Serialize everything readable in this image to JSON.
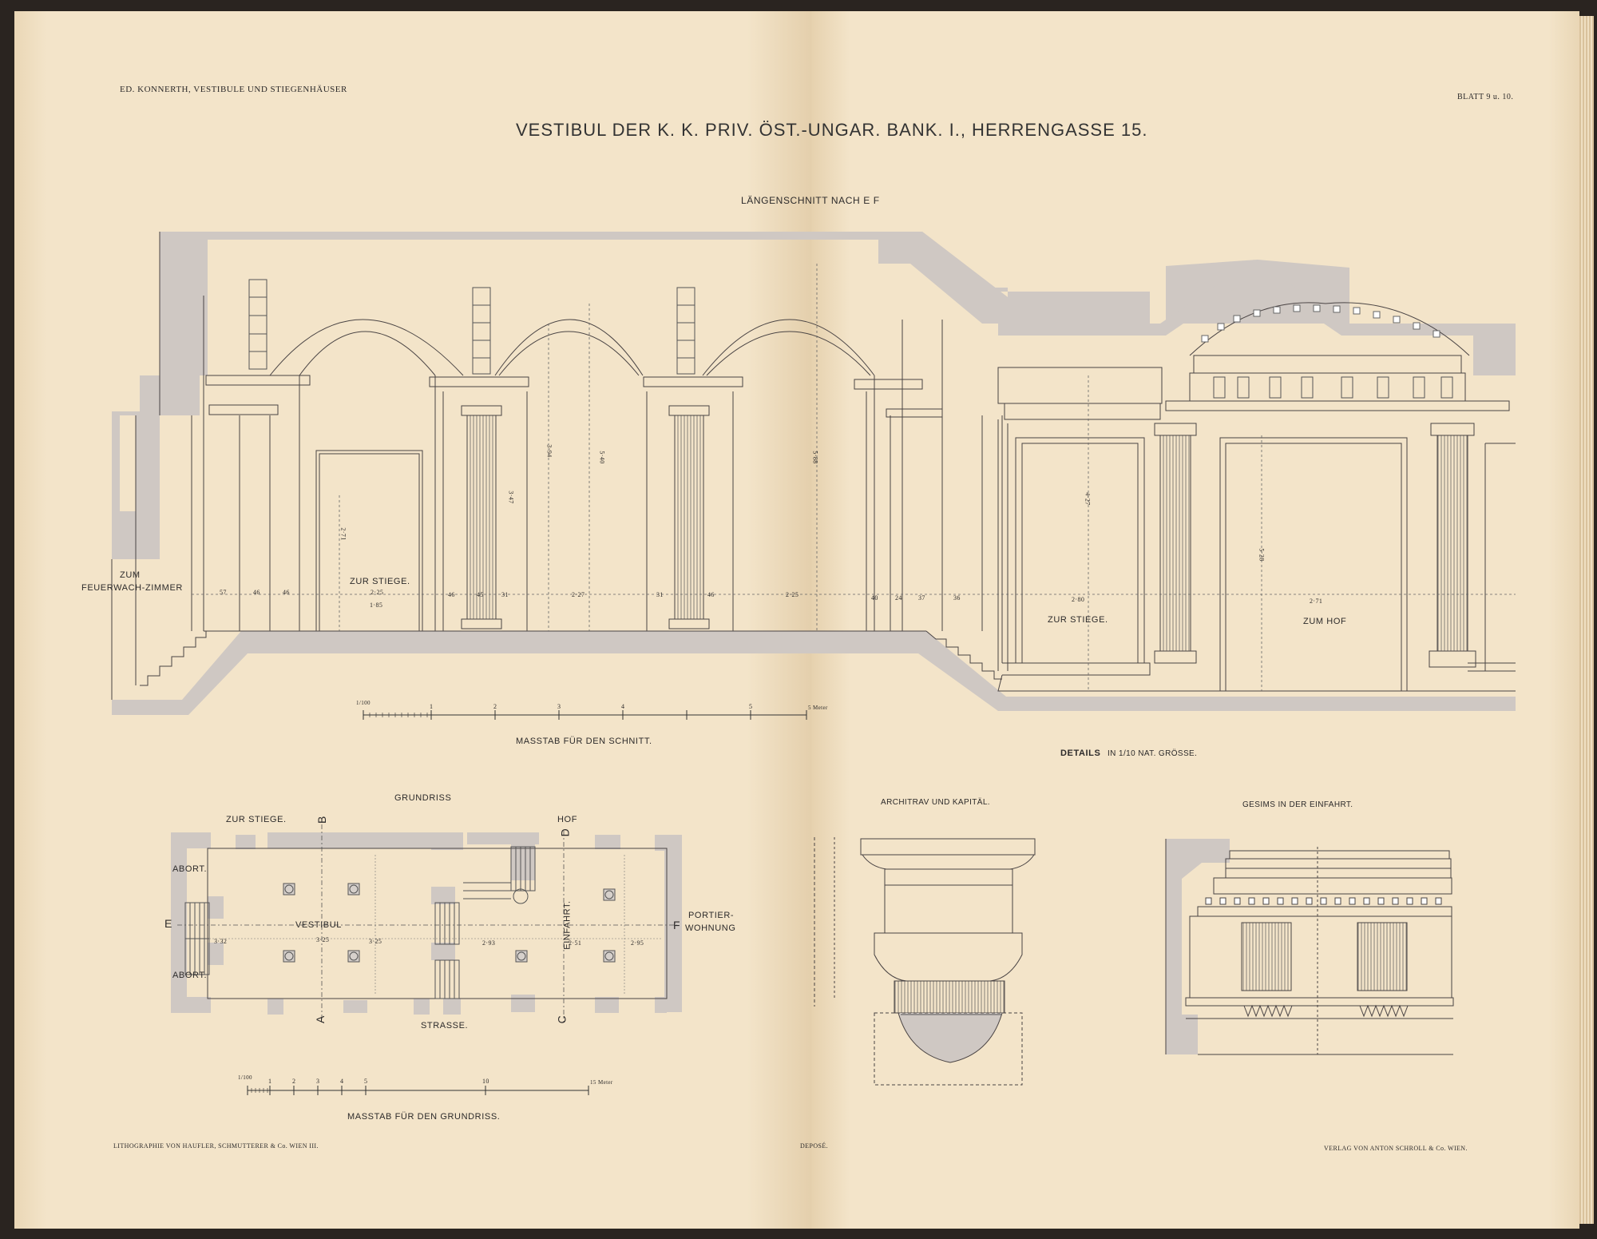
{
  "header": {
    "left": "ED. KONNERTH, VESTIBULE UND STIEGENHÄUSER",
    "right": "BLATT 9 u. 10.",
    "title": "VESTIBUL DER K. K. PRIV. ÖST.-UNGAR. BANK. I., HERRENGASSE 15."
  },
  "section": {
    "title": "LÄNGENSCHNITT NACH E F",
    "labels": {
      "feuerwach_1": "ZUM",
      "feuerwach_2": "FEUERWACH-ZIMMER",
      "zur_stiege_left": "ZUR STIEGE.",
      "zur_stiege_right": "ZUR STIEGE.",
      "zum_hof": "ZUM HOF"
    },
    "dims": {
      "d1": "57",
      "d2": "46",
      "d3": "46",
      "d4": "2·25",
      "d5": "1·85",
      "d6": "46",
      "d7": "45",
      "d8": "31",
      "d9": "2·27",
      "d10": "31",
      "d11": "46",
      "d12": "2·25",
      "d13": "40",
      "d14": "24",
      "d15": "37",
      "d16": "36",
      "d17": "2·80",
      "d18": "2·71",
      "v1": "2·71",
      "v2": "3·47",
      "v3": "3·94",
      "v4": "5·40",
      "v5": "5·88",
      "v6": "4·27",
      "v7": "5·28"
    },
    "scale_caption": "MASSTAB FÜR DEN SCHNITT.",
    "scale_unit": "5 Meter",
    "scale_ticks": [
      "1",
      "2",
      "3",
      "4",
      "5"
    ],
    "scale_start": "1/100"
  },
  "details": {
    "caption_bold": "DETAILS",
    "caption_rest": "IN 1/10 NAT. GRÖSSE.",
    "architrav_title": "ARCHITRAV UND KAPITÄL.",
    "gesims_title": "GESIMS IN DER EINFAHRT."
  },
  "plan": {
    "title": "GRUNDRISS",
    "labels": {
      "zur_stiege": "ZUR STIEGE.",
      "b": "B",
      "hof": "HOF",
      "d": "D",
      "abort_top": "ABORT.",
      "abort_bottom": "ABORT.",
      "e": "E",
      "vestibul": "VESTIBUL",
      "einfahrt": "EINFAHRT.",
      "f": "F",
      "portier_1": "PORTIER-",
      "portier_2": "WOHNUNG",
      "a": "A",
      "strasse": "STRASSE.",
      "c": "C"
    },
    "dims": {
      "p1": "3·32",
      "p2": "3·25",
      "p3": "3·25",
      "p4": "2·93",
      "p5": "2·51",
      "p6": "2·95"
    },
    "scale_caption": "MASSTAB FÜR DEN GRUNDRISS.",
    "scale_unit": "15 Meter",
    "scale_ticks": [
      "1",
      "2",
      "3",
      "4",
      "5",
      "10"
    ],
    "scale_start": "1/100"
  },
  "footer": {
    "left": "LITHOGRAPHIE VON HAUFLER, SCHMUTTERER & Co. WIEN III.",
    "center": "DEPOSÉ.",
    "right": "VERLAG VON ANTON SCHROLL & Co. WIEN."
  },
  "colors": {
    "paper": "#f2e3c8",
    "ink": "#2c2a2a",
    "masonry": "#cfc8c3",
    "line": "#4a4444"
  }
}
